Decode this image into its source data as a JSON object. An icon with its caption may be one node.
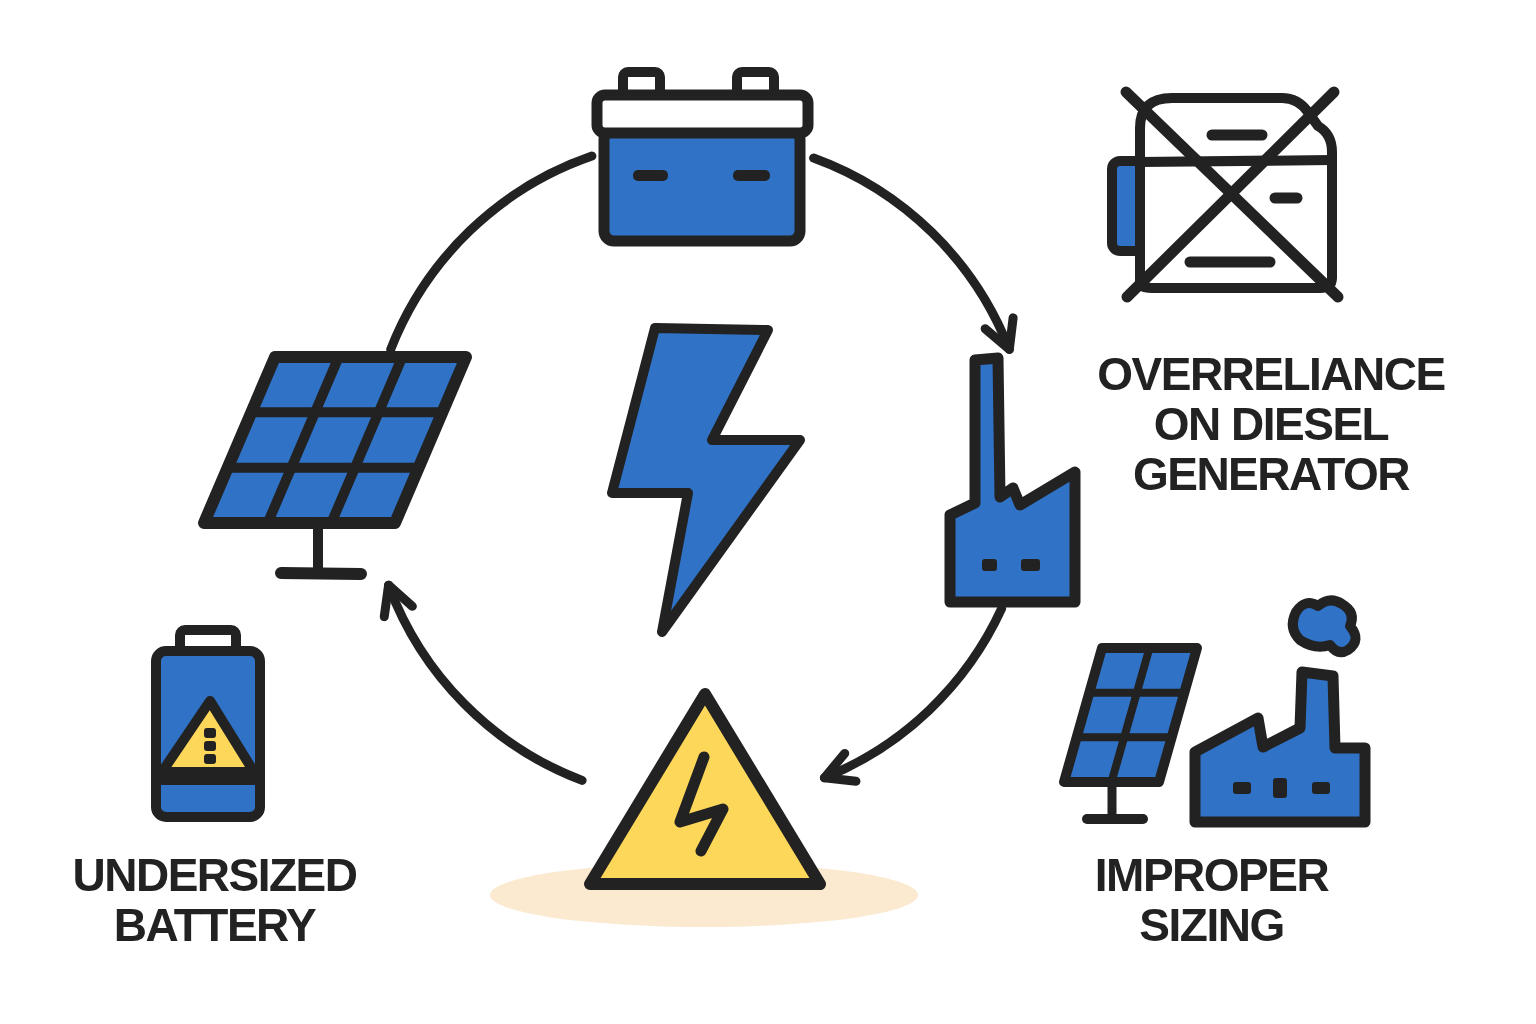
{
  "diagram": {
    "nodes": [
      {
        "text": [],
        "shape": "picture"
      },
      {
        "text": [],
        "shape": "picture"
      },
      {
        "text": [],
        "shape": "picture"
      },
      {
        "text": [],
        "shape": "picture"
      }
    ],
    "edges": [
      {
        "from": 0,
        "to": 2,
        "arrow": "to"
      },
      {
        "from": 2,
        "to": 3,
        "arrow": "to"
      },
      {
        "from": 3,
        "to": 1,
        "arrow": "to"
      },
      {
        "from": 1,
        "to": 0,
        "arrow": "none"
      }
    ],
    "labels": [
      "OVERRELIANCE ON DIESEL GENERATOR",
      "UNDERSIZED BATTERY",
      "IMPROPER SIZING"
    ]
  }
}
